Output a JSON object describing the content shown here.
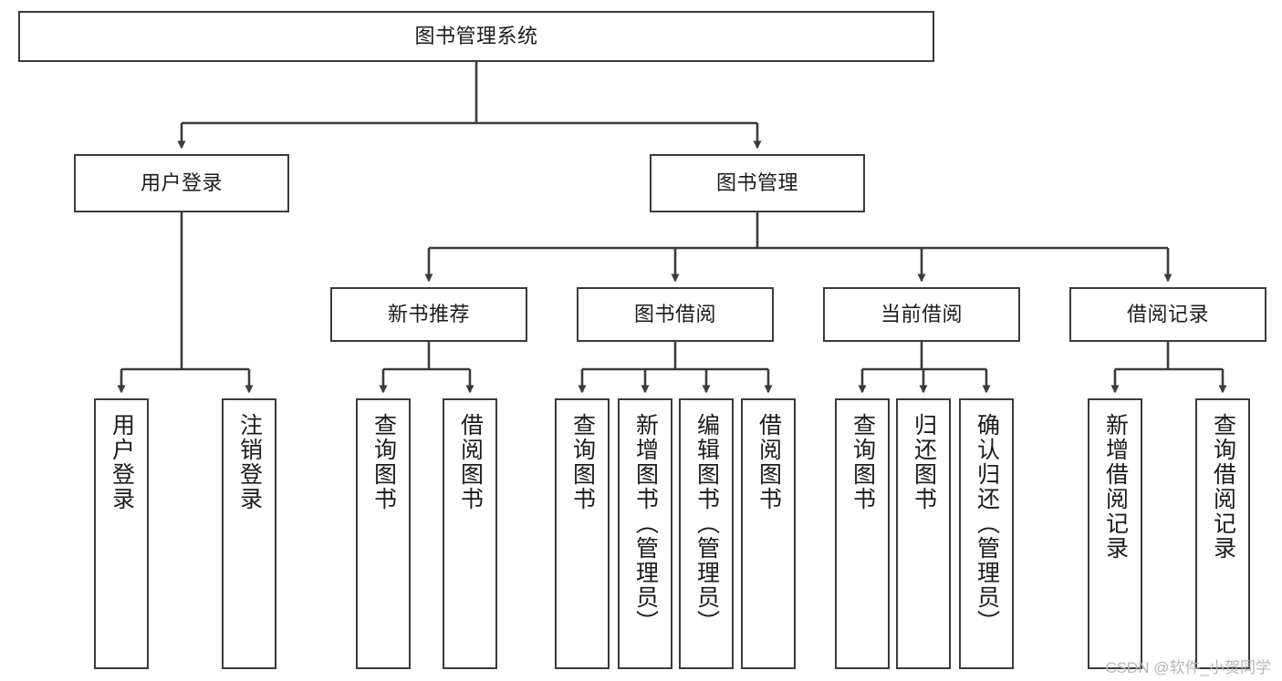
{
  "diagram": {
    "title": "图书管理系统",
    "watermark": "CSDN @软件_小贺同学",
    "line_color": "#3b3b3b",
    "box_fill": "#ffffff",
    "text_color": "#1b1b1b",
    "nodes": {
      "root": "图书管理系统",
      "level2": {
        "user_login": "用户登录",
        "book_management": "图书管理"
      },
      "level3": {
        "new_book_recommend": "新书推荐",
        "book_borrow": "图书借阅",
        "current_borrow": "当前借阅",
        "borrow_record": "借阅记录"
      },
      "leaves": {
        "user_login_children": [
          "用户登录",
          "注销登录"
        ],
        "new_book_recommend_children": [
          "查询图书",
          "借阅图书"
        ],
        "book_borrow_children": [
          "查询图书",
          "新增图书（管理员）",
          "编辑图书（管理员）",
          "借阅图书"
        ],
        "current_borrow_children": [
          "查询图书",
          "归还图书",
          "确认归还（管理员）"
        ],
        "borrow_record_children": [
          "新增借阅记录",
          "查询借阅记录"
        ]
      }
    }
  },
  "chart_data": {
    "type": "table",
    "title": "图书管理系统 功能结构图",
    "hierarchy": [
      {
        "label": "图书管理系统",
        "level": 0,
        "children": [
          {
            "label": "用户登录",
            "level": 1,
            "children": [
              {
                "label": "用户登录",
                "level": 2,
                "children": []
              },
              {
                "label": "注销登录",
                "level": 2,
                "children": []
              }
            ]
          },
          {
            "label": "图书管理",
            "level": 1,
            "children": [
              {
                "label": "新书推荐",
                "level": 2,
                "children": [
                  {
                    "label": "查询图书",
                    "level": 3,
                    "children": []
                  },
                  {
                    "label": "借阅图书",
                    "level": 3,
                    "children": []
                  }
                ]
              },
              {
                "label": "图书借阅",
                "level": 2,
                "children": [
                  {
                    "label": "查询图书",
                    "level": 3,
                    "children": []
                  },
                  {
                    "label": "新增图书（管理员）",
                    "level": 3,
                    "children": []
                  },
                  {
                    "label": "编辑图书（管理员）",
                    "level": 3,
                    "children": []
                  },
                  {
                    "label": "借阅图书",
                    "level": 3,
                    "children": []
                  }
                ]
              },
              {
                "label": "当前借阅",
                "level": 2,
                "children": [
                  {
                    "label": "查询图书",
                    "level": 3,
                    "children": []
                  },
                  {
                    "label": "归还图书",
                    "level": 3,
                    "children": []
                  },
                  {
                    "label": "确认归还（管理员）",
                    "level": 3,
                    "children": []
                  }
                ]
              },
              {
                "label": "借阅记录",
                "level": 2,
                "children": [
                  {
                    "label": "新增借阅记录",
                    "level": 3,
                    "children": []
                  },
                  {
                    "label": "查询借阅记录",
                    "level": 3,
                    "children": []
                  }
                ]
              }
            ]
          }
        ]
      }
    ]
  }
}
